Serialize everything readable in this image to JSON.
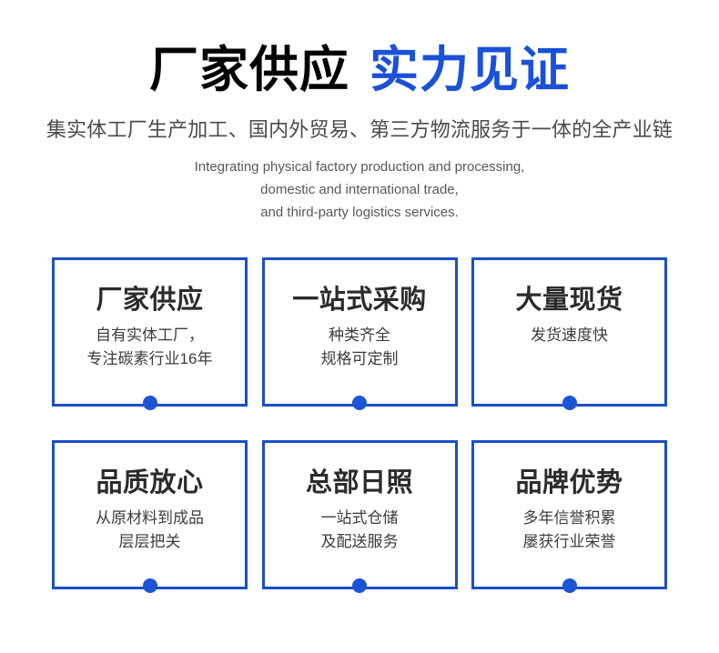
{
  "theme": {
    "accent_blue": "#1a51d8",
    "border_blue": "#1b4fc4",
    "dot_blue": "#1c54d6",
    "title_dark": "#050505",
    "body_gray": "#585858",
    "background": "#ffffff"
  },
  "header": {
    "title_part_dark": "厂家供应",
    "title_part_blue": "实力见证",
    "subtitle_cn": "集实体工厂生产加工、国内外贸易、第三方物流服务于一体的全产业链",
    "subtitle_en_lines": [
      "Integrating physical factory production and processing,",
      "domestic and international trade,",
      "and third-party logistics services."
    ]
  },
  "cards": [
    {
      "title": "厂家供应",
      "desc_lines": [
        "自有实体工厂，",
        "专注碳素行业16年"
      ]
    },
    {
      "title": "一站式采购",
      "desc_lines": [
        "种类齐全",
        "规格可定制"
      ]
    },
    {
      "title": "大量现货",
      "desc_lines": [
        "发货速度快"
      ]
    },
    {
      "title": "品质放心",
      "desc_lines": [
        "从原材料到成品",
        "层层把关"
      ]
    },
    {
      "title": "总部日照",
      "desc_lines": [
        "一站式仓储",
        "及配送服务"
      ]
    },
    {
      "title": "品牌优势",
      "desc_lines": [
        "多年信誉积累",
        "屡获行业荣誉"
      ]
    }
  ]
}
